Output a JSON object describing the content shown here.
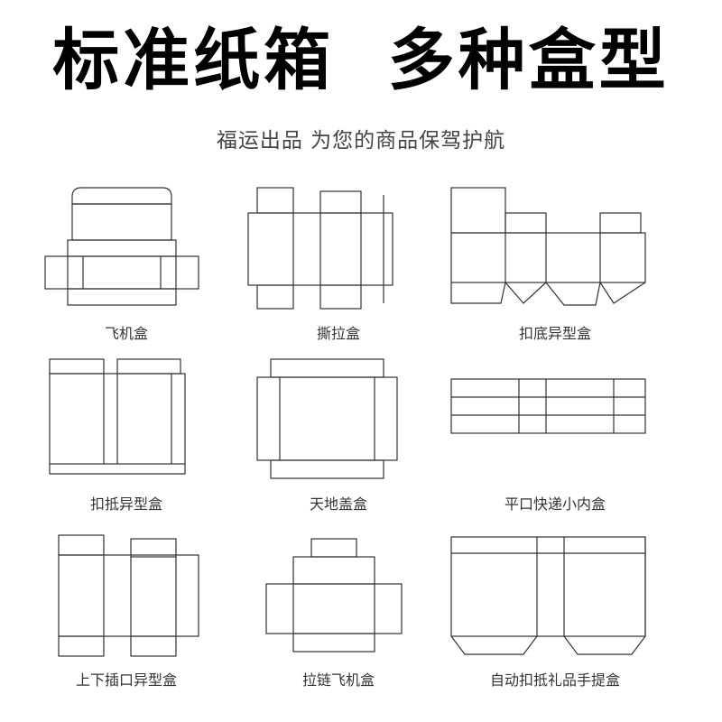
{
  "header": {
    "title_left": "标准纸箱",
    "title_right": "多种盒型",
    "subtitle": "福运出品  为您的商品保驾护航"
  },
  "boxes": [
    {
      "name": "飞机盒"
    },
    {
      "name": "撕拉盒"
    },
    {
      "name": "扣底异型盒"
    },
    {
      "name": "扣抵异型盒"
    },
    {
      "name": "天地盖盒"
    },
    {
      "name": "平口快递小内盒"
    },
    {
      "name": "上下插口异型盒"
    },
    {
      "name": "拉链飞机盒"
    },
    {
      "name": "自动扣抵礼品手提盒"
    }
  ]
}
